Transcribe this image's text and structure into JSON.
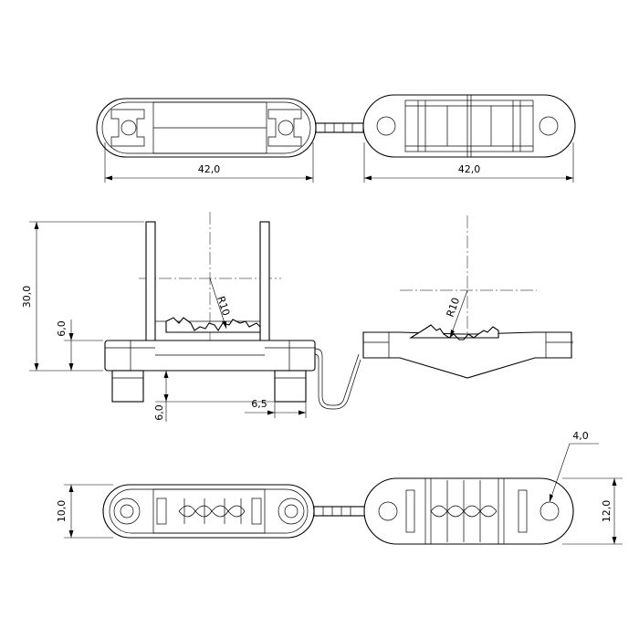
{
  "dimensions": {
    "top_left_width": "42,0",
    "top_right_width": "42,0",
    "height_total": "30,0",
    "base_height": "6,0",
    "foot_height": "6,0",
    "foot_width": "6,5",
    "radius_left": "R10",
    "radius_right": "R10",
    "hole_diameter": "4,0",
    "width_left": "10,0",
    "width_right": "12,0"
  }
}
